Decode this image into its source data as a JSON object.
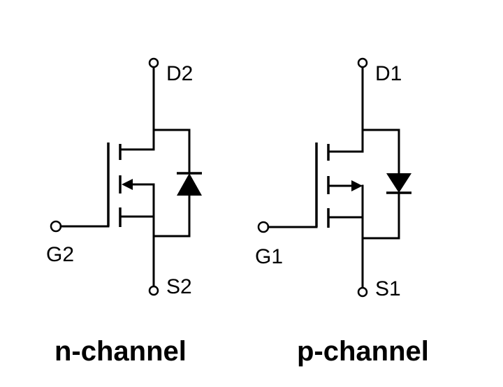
{
  "nmos": {
    "drain_label": "D2",
    "gate_label": "G2",
    "source_label": "S2",
    "caption": "n-channel"
  },
  "pmos": {
    "drain_label": "D1",
    "gate_label": "G1",
    "source_label": "S1",
    "caption": "p-channel"
  },
  "colors": {
    "line": "#000000",
    "background": "#ffffff"
  }
}
